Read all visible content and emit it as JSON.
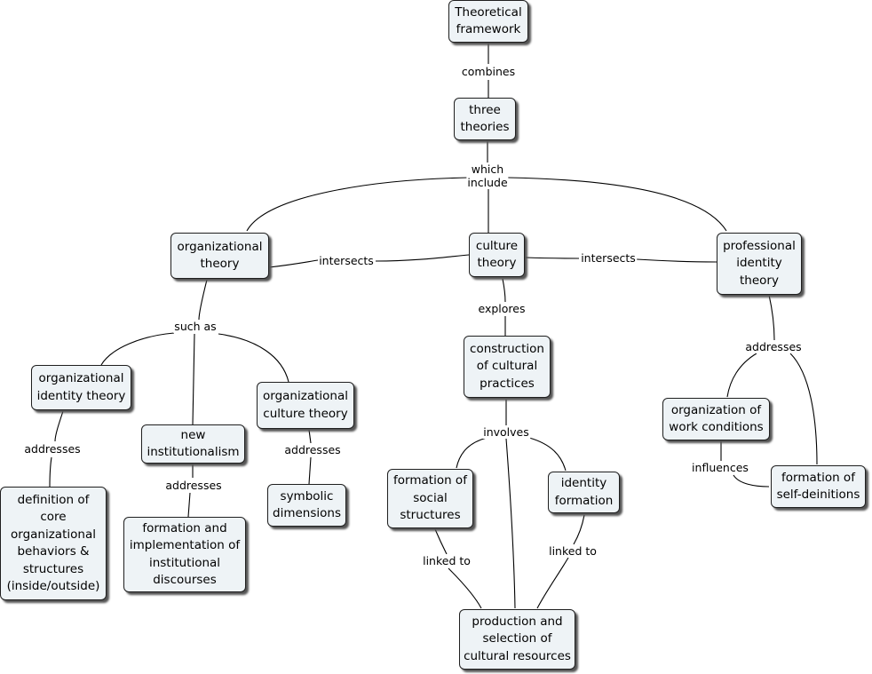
{
  "nodes": {
    "theoretical_framework": "Theoretical\nframework",
    "three_theories": "three\ntheories",
    "organizational_theory": "organizational\ntheory",
    "culture_theory": "culture\ntheory",
    "professional_identity_theory": "professional\nidentity\ntheory",
    "organizational_identity_theory": "organizational\nidentity theory",
    "new_institutionalism": "new\ninstitutionalism",
    "organizational_culture_theory": "organizational\nculture theory",
    "definition_core_behaviors": "definition of\ncore\norganizational\nbehaviors &\nstructures\n(inside/outside)",
    "formation_institutional_discourses": "formation and\nimplementation of\ninstitutional\ndiscourses",
    "symbolic_dimensions": "symbolic\ndimensions",
    "construction_cultural_practices": "construction\nof cultural\npractices",
    "formation_social_structures": "formation of\nsocial\nstructures",
    "identity_formation": "identity\nformation",
    "production_selection_resources": "production and\nselection of\ncultural resources",
    "organization_work_conditions": "organization of\nwork conditions",
    "formation_self_definitions": "formation of\nself-deinitions"
  },
  "links": {
    "combines": "combines",
    "which_include": "which\ninclude",
    "intersects_left": "intersects",
    "intersects_right": "intersects",
    "such_as": "such as",
    "explores": "explores",
    "addresses_identity": "addresses",
    "addresses_institutionalism": "addresses",
    "addresses_culture": "addresses",
    "addresses_professional": "addresses",
    "involves": "involves",
    "linked_to_left": "linked to",
    "linked_to_right": "linked to",
    "influences": "influences"
  }
}
